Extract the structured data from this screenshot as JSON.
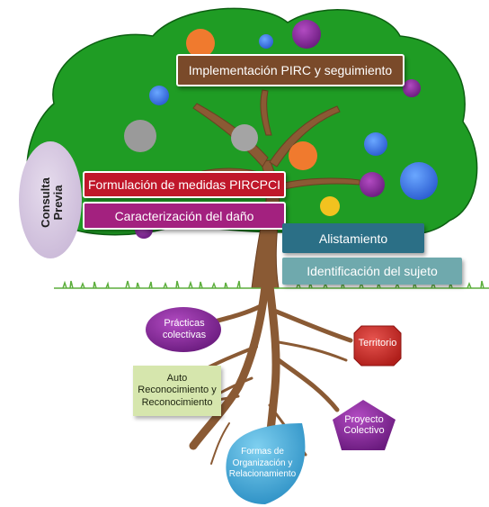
{
  "trunk_labels": {
    "implementacion": "Implementación PIRC y seguimiento",
    "formulacion": "Formulación de medidas PIRCPCI",
    "caracterizacion": "Caracterización del daño",
    "alistamiento": "Alistamiento",
    "identificacion": "Identificación del sujeto"
  },
  "consulta_previa": "Consulta Previa",
  "root_labels": {
    "practicas": "Prácticas colectivas",
    "territorio": "Territorio",
    "auto_reconocimiento": "Auto Reconocimiento y Reconocimiento",
    "proyecto": "Proyecto Colectivo",
    "formas": "Formas de Organización y Relacionamiento"
  },
  "colors": {
    "canopy": "#1f9c24",
    "trunk": "#8a5a34",
    "implementacion": "#7a4a2a",
    "formulacion": "#c0172a",
    "caracterizacion": "#a3217f",
    "alistamiento": "#2b6f86",
    "identificacion": "#6fa9ad",
    "consulta": "#d2c4dc",
    "practicas": "#7a1f8c",
    "territorio": "#c9302c",
    "auto": "#d6e6ad",
    "proyecto": "#7a2e8e",
    "formas": "#3aa0cf"
  }
}
